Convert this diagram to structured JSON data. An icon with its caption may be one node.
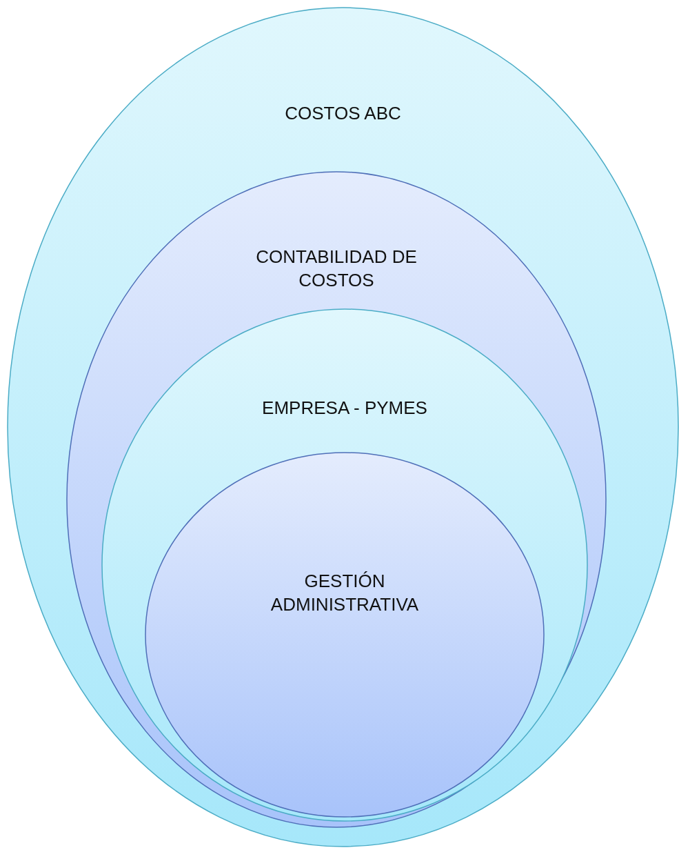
{
  "diagram": {
    "nodes": [
      {
        "text": [
          "COSTOS ABC"
        ]
      },
      {
        "text": [
          "CONTABILIDAD DE COSTOS"
        ],
        "in": 0
      },
      {
        "text": [
          "EMPRESA - PYMES"
        ],
        "in": 1
      },
      {
        "text": [
          "GESTIÓN ADMINISTRATIVA"
        ],
        "in": 2
      }
    ]
  }
}
